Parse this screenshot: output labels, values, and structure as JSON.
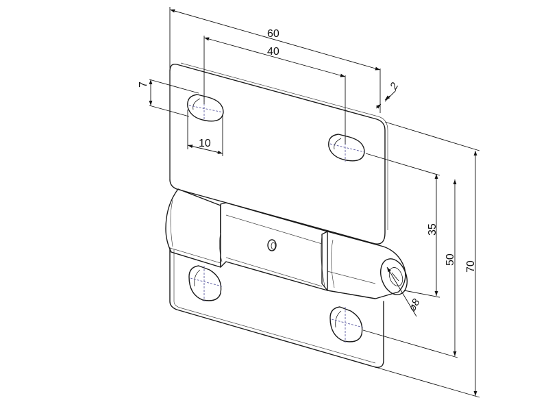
{
  "dimensions": {
    "overall_width": "60",
    "hole_spacing": "40",
    "thickness": "2",
    "slot_height": "7",
    "slot_width": "10",
    "hole_offset": "35",
    "lower_hole_offset": "50",
    "overall_height": "70",
    "pin_diameter": "ø8"
  }
}
